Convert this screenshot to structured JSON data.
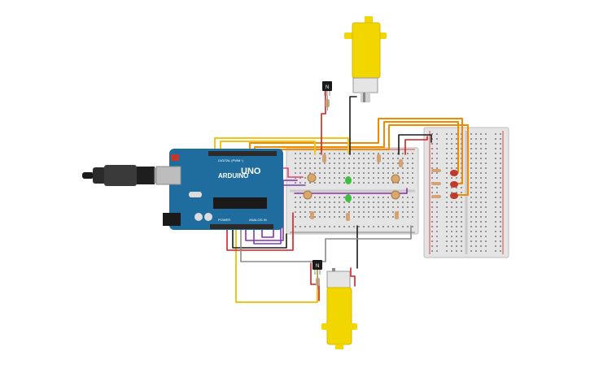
{
  "arduino": {
    "brand": "ARDUINO",
    "model": "UNO",
    "digital_header_label": "DIGITAL (PWM~)",
    "power_label": "POWER",
    "analog_label": "ANALOG IN"
  },
  "transistors": {
    "top_label": "N",
    "bottom_label": "N"
  },
  "colors": {
    "arduino_board": "#1f6d9e",
    "breadboard": "#e4e4e4",
    "motor_body": "#f2d600",
    "wire_red": "#d61f1f",
    "wire_black": "#1a1a1a",
    "wire_orange": "#f08a00",
    "wire_yellow": "#f0c419",
    "wire_purple": "#8a2ea8",
    "wire_gray": "#8c8c8c",
    "led_green": "#3fbf3f",
    "led_red": "#c0392b"
  },
  "icons": [
    "usb-plug-icon",
    "dc-motor-icon",
    "npn-transistor-icon",
    "resistor-icon",
    "led-icon",
    "photoresistor-icon"
  ]
}
